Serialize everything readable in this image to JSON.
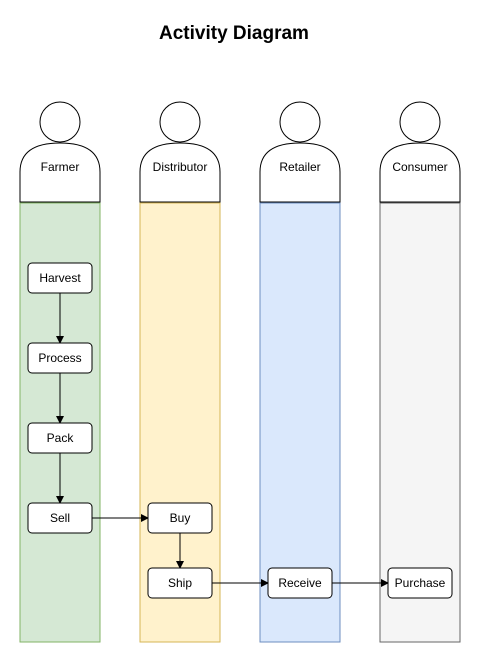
{
  "title": "Activity Diagram",
  "lanes": [
    {
      "id": "farmer",
      "label": "Farmer",
      "fill": "#d5e8d4",
      "stroke": "#82b366"
    },
    {
      "id": "distributor",
      "label": "Distributor",
      "fill": "#fff2cc",
      "stroke": "#d6b656"
    },
    {
      "id": "retailer",
      "label": "Retailer",
      "fill": "#dae8fc",
      "stroke": "#6c8ebf"
    },
    {
      "id": "consumer",
      "label": "Consumer",
      "fill": "#f5f5f5",
      "stroke": "#666666"
    }
  ],
  "nodes": [
    {
      "id": "harvest",
      "label": "Harvest",
      "lane": "farmer"
    },
    {
      "id": "process",
      "label": "Process",
      "lane": "farmer"
    },
    {
      "id": "pack",
      "label": "Pack",
      "lane": "farmer"
    },
    {
      "id": "sell",
      "label": "Sell",
      "lane": "farmer"
    },
    {
      "id": "buy",
      "label": "Buy",
      "lane": "distributor"
    },
    {
      "id": "ship",
      "label": "Ship",
      "lane": "distributor"
    },
    {
      "id": "receive",
      "label": "Receive",
      "lane": "retailer"
    },
    {
      "id": "purchase",
      "label": "Purchase",
      "lane": "consumer"
    }
  ],
  "edges": [
    {
      "from": "harvest",
      "to": "process"
    },
    {
      "from": "process",
      "to": "pack"
    },
    {
      "from": "pack",
      "to": "sell"
    },
    {
      "from": "sell",
      "to": "buy"
    },
    {
      "from": "buy",
      "to": "ship"
    },
    {
      "from": "ship",
      "to": "receive"
    },
    {
      "from": "receive",
      "to": "purchase"
    }
  ]
}
